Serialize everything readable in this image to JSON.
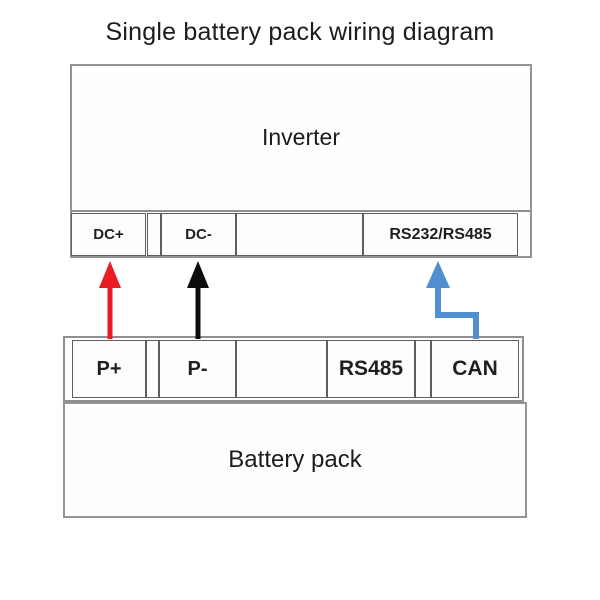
{
  "title": "Single battery pack wiring diagram",
  "inverter": {
    "label": "Inverter",
    "ports": {
      "dc_plus": "DC+",
      "dc_minus": "DC-",
      "comm": "RS232/RS485"
    }
  },
  "battery": {
    "label": "Battery pack",
    "ports": {
      "p_plus": "P+",
      "p_minus": "P-",
      "rs485": "RS485",
      "can": "CAN"
    }
  },
  "connections": [
    {
      "name": "positive-dc-cable",
      "from": "P+",
      "to": "DC+",
      "color": "#e81c24"
    },
    {
      "name": "negative-dc-cable",
      "from": "P-",
      "to": "DC-",
      "color": "#0d0d0d"
    },
    {
      "name": "can-comm-cable",
      "from": "CAN",
      "to": "RS232/RS485",
      "color": "#5090d0"
    }
  ],
  "colors": {
    "outer_border": "#949494",
    "cell_border": "#5f5f5f",
    "background": "#ffffff",
    "text": "#1c1c1c"
  }
}
